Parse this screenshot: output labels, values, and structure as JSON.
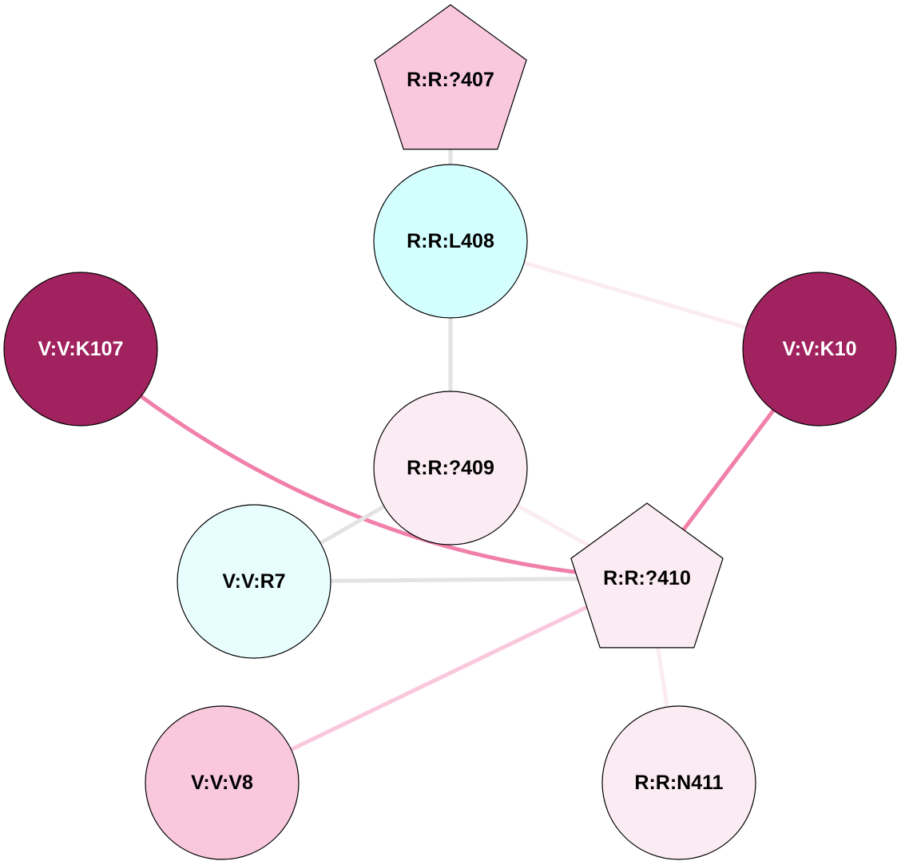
{
  "nodes": [
    {
      "id": "R:R:?407",
      "shape": "pentagon",
      "fill": "#f9c8dc",
      "text_color": "#000000"
    },
    {
      "id": "R:R:L408",
      "shape": "circle",
      "fill": "#d4ffff",
      "text_color": "#000000"
    },
    {
      "id": "V:V:K107",
      "shape": "circle",
      "fill": "#a0225e",
      "text_color": "#ffffff"
    },
    {
      "id": "V:V:K10",
      "shape": "circle",
      "fill": "#a0225e",
      "text_color": "#ffffff"
    },
    {
      "id": "R:R:?409",
      "shape": "circle",
      "fill": "#fbebf2",
      "text_color": "#000000"
    },
    {
      "id": "V:V:R7",
      "shape": "circle",
      "fill": "#e8fefe",
      "text_color": "#000000"
    },
    {
      "id": "R:R:?410",
      "shape": "pentagon",
      "fill": "#fbebf2",
      "text_color": "#000000"
    },
    {
      "id": "V:V:V8",
      "shape": "circle",
      "fill": "#f9c8dc",
      "text_color": "#000000"
    },
    {
      "id": "R:R:N411",
      "shape": "circle",
      "fill": "#fbebf2",
      "text_color": "#000000"
    }
  ],
  "edges": [
    {
      "source": "R:R:?407",
      "target": "R:R:L408",
      "color": "#e3e3e3"
    },
    {
      "source": "R:R:L408",
      "target": "R:R:?409",
      "color": "#e3e3e3"
    },
    {
      "source": "R:R:L408",
      "target": "V:V:K10",
      "color": "#fbebf2"
    },
    {
      "source": "V:V:K107",
      "target": "R:R:?410",
      "color": "#f080aa",
      "curved": true
    },
    {
      "source": "V:V:K10",
      "target": "R:R:?410",
      "color": "#f080aa"
    },
    {
      "source": "R:R:?409",
      "target": "V:V:R7",
      "color": "#e3e3e3"
    },
    {
      "source": "R:R:?409",
      "target": "R:R:?410",
      "color": "#fbebf2"
    },
    {
      "source": "V:V:R7",
      "target": "R:R:?410",
      "color": "#e3e3e3"
    },
    {
      "source": "V:V:V8",
      "target": "R:R:?410",
      "color": "#f9c8dc"
    },
    {
      "source": "R:R:?410",
      "target": "R:R:N411",
      "color": "#fbebf2"
    }
  ]
}
